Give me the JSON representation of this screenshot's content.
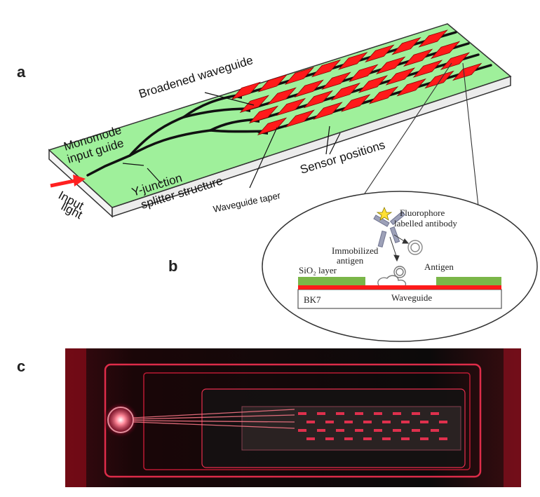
{
  "panels": {
    "a": "a",
    "b": "b",
    "c": "c"
  },
  "panel_a": {
    "chip_color": "#9ff09b",
    "sensor_color": "#ff1a1a",
    "labels": {
      "broadened_waveguide": "Broadened waveguide",
      "monomode_line1": "Monomode",
      "monomode_line2": "input guide",
      "y_junction_line1": "Y-junction",
      "y_junction_line2": "splitter structure",
      "input_line1": "Input",
      "input_line2": "light",
      "waveguide_taper": "Waveguide taper",
      "sensor_positions": "Sensor positions"
    }
  },
  "panel_b": {
    "layer_colors": {
      "sio2": "#7ab648",
      "waveguide": "#ff1a1a",
      "substrate": "#ffffff"
    },
    "labels": {
      "fluorophore_line1": "Fluorophore",
      "fluorophore_line2": "labelled antibody",
      "immobilized_line1": "Immobilized",
      "immobilized_line2": "antigen",
      "antigen": "Antigen",
      "sio2_layer": "SiO₂ layer",
      "bk7": "BK7",
      "waveguide": "Waveguide"
    }
  },
  "panel_c": {
    "description_color": "#ff3355"
  }
}
